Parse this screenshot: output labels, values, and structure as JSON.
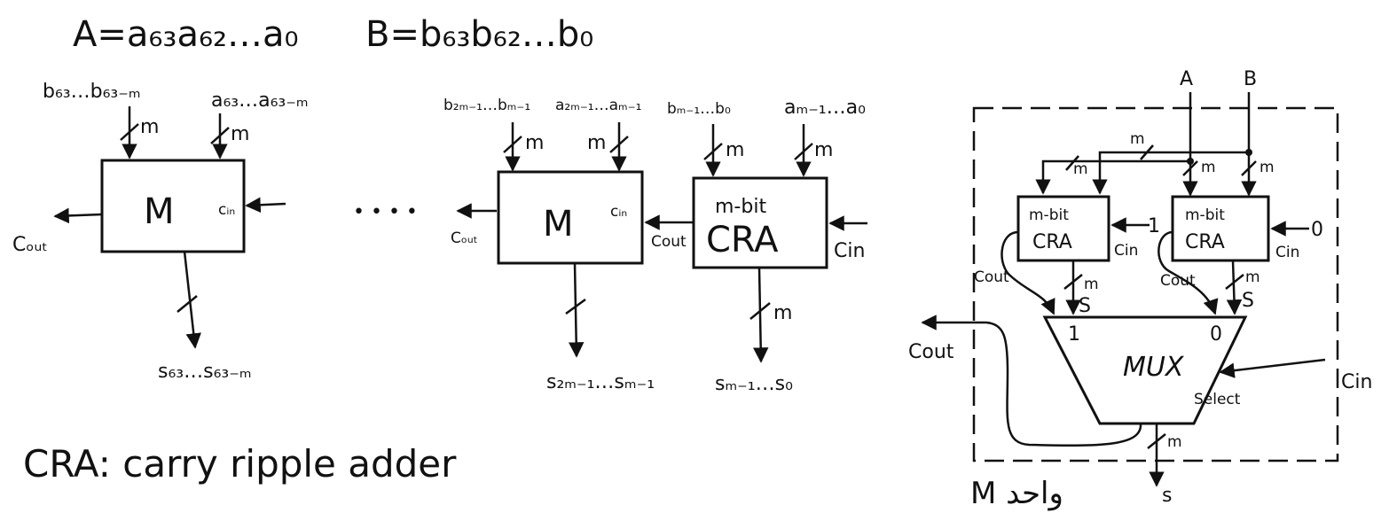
{
  "header": {
    "eq_a": "A=a₆₃a₆₂…a₀",
    "eq_b": "B=b₆₃b₆₂…b₀"
  },
  "left_block": {
    "in_b": "b₆₃…b₆₃₋ₘ",
    "in_a": "a₆₃…a₆₃₋ₘ",
    "bus_b": "m",
    "bus_a": "m",
    "name": "M",
    "cin": "cᵢₙ",
    "cout": "Cₒᵤₜ",
    "out": "s₆₃…s₆₃₋ₘ"
  },
  "ellipsis": "• • • •",
  "mid_block": {
    "in_b": "b₂ₘ₋₁…bₘ₋₁",
    "in_a": "a₂ₘ₋₁…aₘ₋₁",
    "bus_b": "m",
    "bus_a": "m",
    "name": "M",
    "cin": "cᵢₙ",
    "cout": "Cₒᵤₜ",
    "out": "s₂ₘ₋₁…sₘ₋₁"
  },
  "cra_block": {
    "in_b": "bₘ₋₁…b₀",
    "in_a": "aₘ₋₁…a₀",
    "bus_b": "m",
    "bus_a": "m",
    "name_line1": "m-bit",
    "name_line2": "CRA",
    "cin": "Cin",
    "cout": "Cout",
    "bus_out": "m",
    "out": "sₘ₋₁…s₀"
  },
  "legend": "CRA: carry ripple adder",
  "detail": {
    "input_a": "A",
    "input_b": "B",
    "bus_top": "m",
    "bus_1": "m",
    "bus_2": "m",
    "bus_3": "m",
    "cra1_line1": "m-bit",
    "cra1_line2": "CRA",
    "cra1_cin": "Cin",
    "cra1_cin_value": "1",
    "cra2_line1": "m-bit",
    "cra2_line2": "CRA",
    "cra2_cin": "Cin",
    "cra2_cin_value": "0",
    "cout_1": "Cout",
    "cout_2": "Cout",
    "sum_bus_1": "m",
    "sum_bus_2": "m",
    "s_1": "S",
    "s_2": "S",
    "mux_in1": "1",
    "mux_in0": "0",
    "mux_label": "MUX",
    "select": "Select",
    "cin_ext": "Cin",
    "cout_ext": "Cout",
    "mux_bus_out": "m",
    "mux_out": "s",
    "caption": "M واحد"
  }
}
